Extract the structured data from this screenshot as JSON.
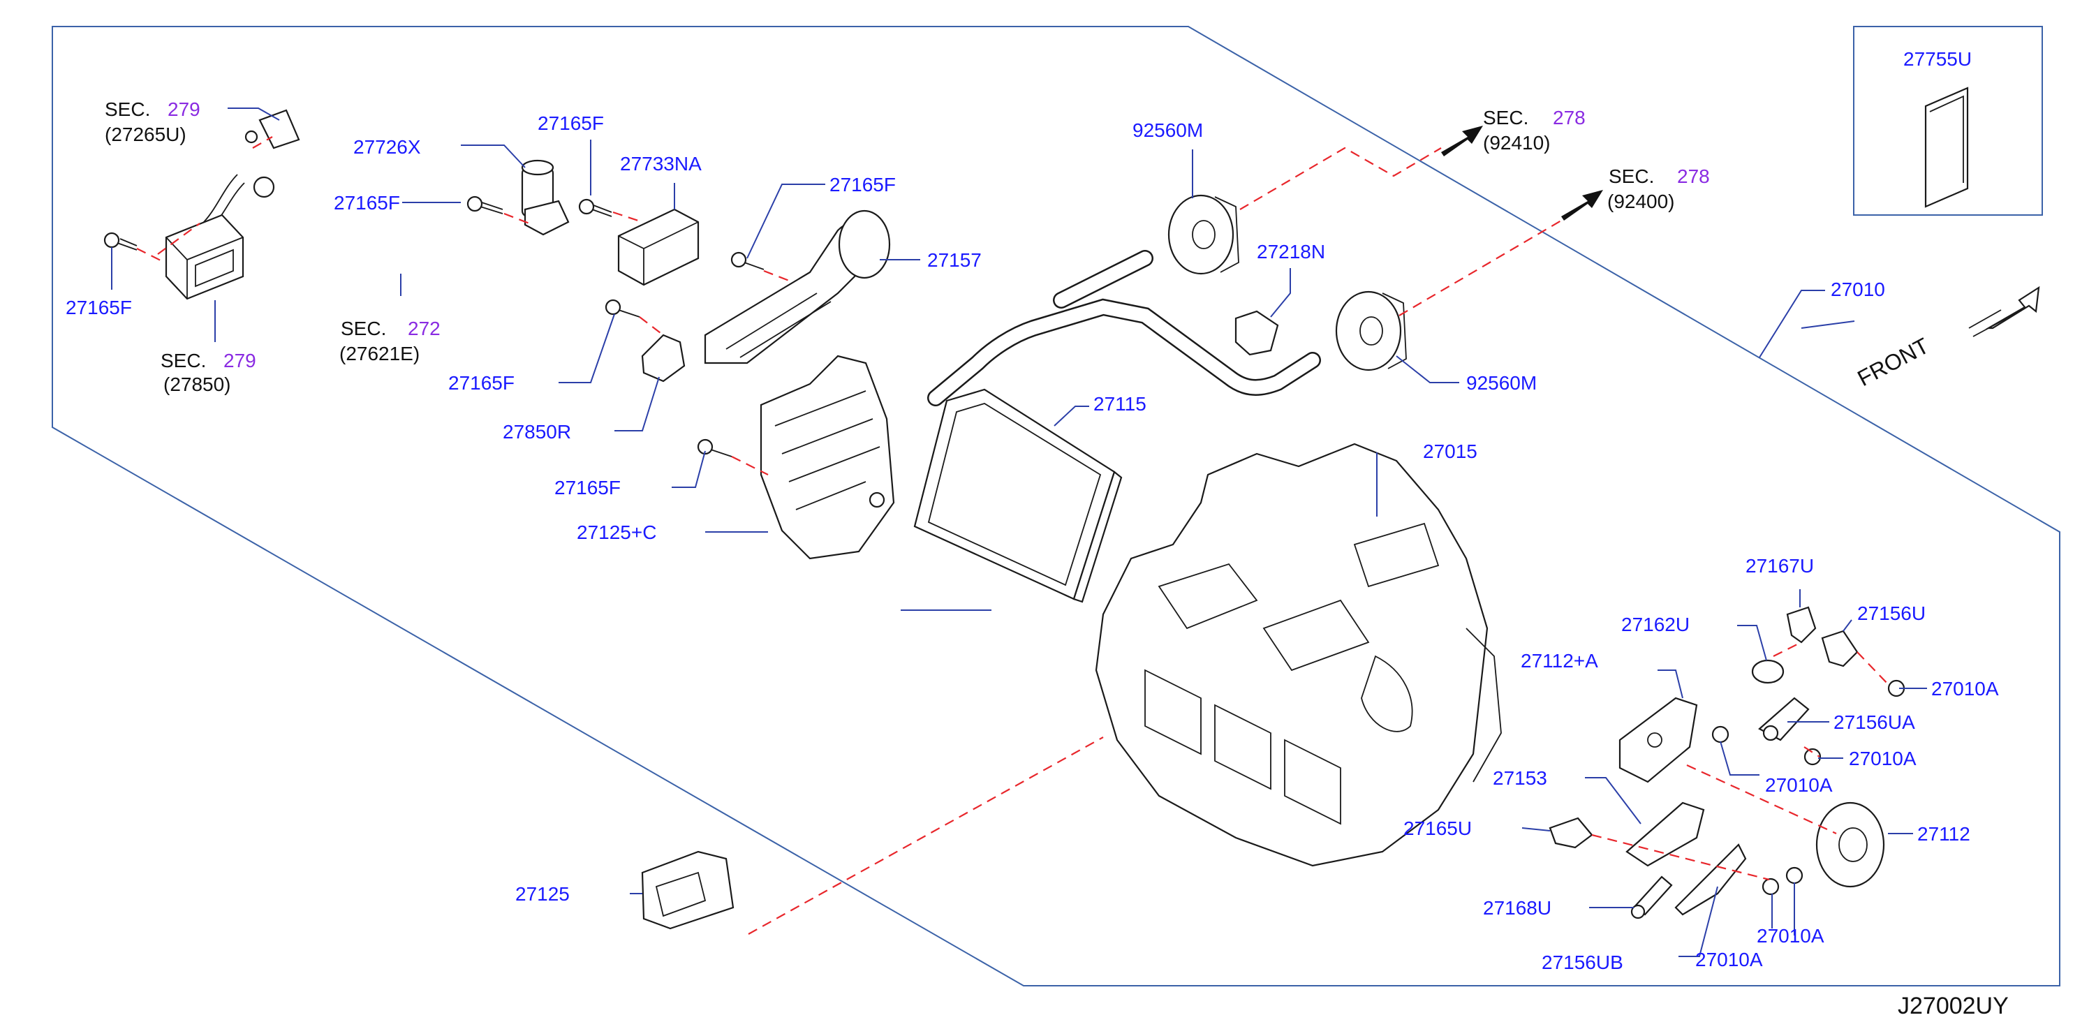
{
  "diagram_id": "J27002UY",
  "front_label": "FRONT",
  "sections": [
    {
      "prefix": "SEC.",
      "number": "279",
      "ref": "(27265U)"
    },
    {
      "prefix": "SEC.",
      "number": "279",
      "ref": "(27850)"
    },
    {
      "prefix": "SEC.",
      "number": "272",
      "ref": "(27621E)"
    },
    {
      "prefix": "SEC.",
      "number": "278",
      "ref": "(92410)"
    },
    {
      "prefix": "SEC.",
      "number": "278",
      "ref": "(92400)"
    }
  ],
  "parts": [
    "27165F",
    "27726X",
    "27165F",
    "27733NA",
    "27165F",
    "27165F",
    "27157",
    "27165F",
    "27850R",
    "27165F",
    "27125+C",
    "92560M",
    "27218N",
    "92560M",
    "27115",
    "27015",
    "27010",
    "27755U",
    "27167U",
    "27156U",
    "27162U",
    "27010A",
    "27112+A",
    "27156UA",
    "27010A",
    "27010A",
    "27153",
    "27112",
    "27165U",
    "27168U",
    "27010A",
    "27156UB",
    "27010A",
    "27125"
  ],
  "colors": {
    "label": "#1a1aff",
    "section_number": "#8a2be2",
    "leader": "#2b3fa8",
    "dashed_guide": "#e8262b",
    "frame": "#3b62a8"
  }
}
